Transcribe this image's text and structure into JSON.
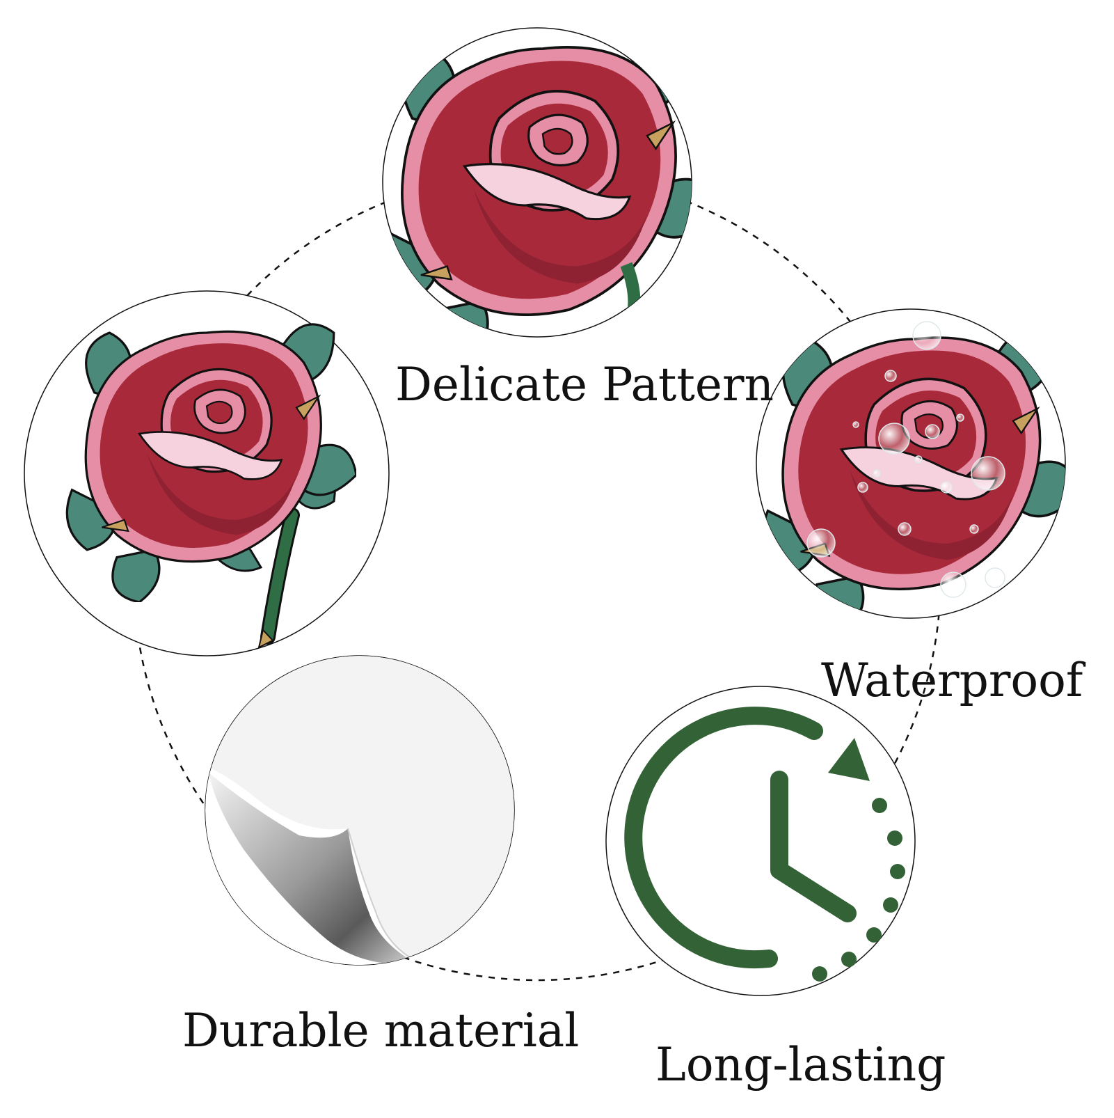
{
  "features": [
    {
      "id": "delicate",
      "label": "Delicate Pattern",
      "icon": "rose-icon"
    },
    {
      "id": "waterproof",
      "label": "Waterproof",
      "icon": "rose-water-drops-icon"
    },
    {
      "id": "long",
      "label": "Long-lasting",
      "icon": "clock-arrow-icon"
    },
    {
      "id": "durable",
      "label": "Durable material",
      "icon": "peeling-sticker-icon"
    },
    {
      "id": "rose-sticker",
      "label": "",
      "icon": "rose-sticker-icon"
    }
  ],
  "colors": {
    "rose_red": "#a82a3a",
    "rose_dark": "#8e2232",
    "rose_pink": "#e58ea5",
    "rose_light": "#f6d2df",
    "leaf": "#4b8a7b",
    "leaf_dark": "#3d6f60",
    "stem": "#2f6e44",
    "gold": "#c9a15e",
    "clock_green": "#336236",
    "outline": "#111111"
  }
}
